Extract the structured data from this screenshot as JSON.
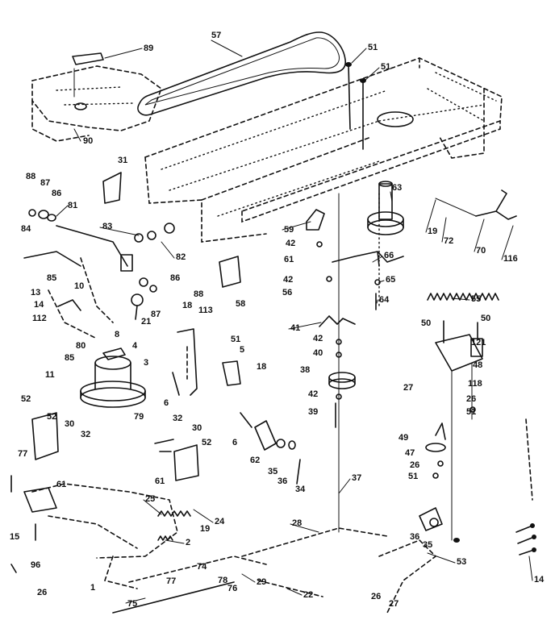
{
  "labels": [
    "89",
    "57",
    "51",
    "51",
    "90",
    "31",
    "88",
    "87",
    "86",
    "81",
    "84",
    "83",
    "82",
    "85",
    "86",
    "87",
    "88",
    "10",
    "13",
    "14",
    "112",
    "8",
    "80",
    "21",
    "4",
    "3",
    "85",
    "11",
    "18",
    "113",
    "51",
    "5",
    "18",
    "6",
    "58",
    "59",
    "42",
    "61",
    "42",
    "56",
    "63",
    "19",
    "72",
    "70",
    "116",
    "66",
    "65",
    "64",
    "55",
    "41",
    "42",
    "40",
    "38",
    "42",
    "39",
    "50",
    "50",
    "121",
    "48",
    "118",
    "27",
    "26",
    "51",
    "49",
    "47",
    "26",
    "51",
    "52",
    "52",
    "30",
    "32",
    "77",
    "61",
    "79",
    "32",
    "30",
    "52",
    "61",
    "6",
    "62",
    "35",
    "36",
    "34",
    "37",
    "25",
    "24",
    "19",
    "2",
    "28",
    "36",
    "35",
    "53",
    "15",
    "96",
    "26",
    "1",
    "77",
    "74",
    "78",
    "76",
    "75",
    "29",
    "22",
    "26",
    "27",
    "14"
  ]
}
